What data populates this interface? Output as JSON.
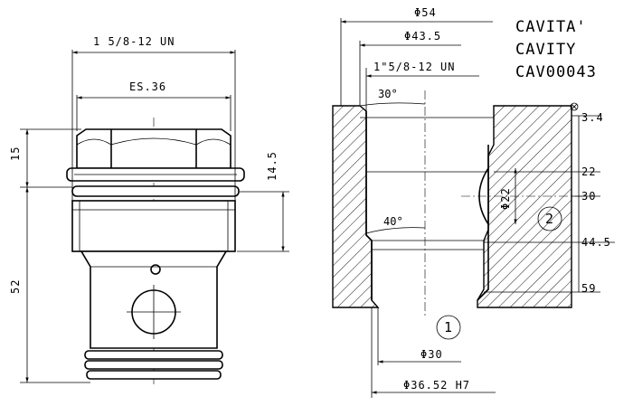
{
  "title_block": {
    "line1": "CAVITA'",
    "line2": "CAVITY",
    "line3": "CAV00043"
  },
  "left_view": {
    "thread_label": "1 5/8-12 UN",
    "hex_label": "ES.36",
    "dim_15": "15",
    "dim_14_5": "14.5",
    "dim_52": "52"
  },
  "right_view": {
    "dia_54": "Φ54",
    "dia_43_5": "Φ43.5",
    "thread_label": "1\"5/8-12 UN",
    "angle_30": "30°",
    "angle_40": "40°",
    "dia_22": "Φ22",
    "dia_30": "Φ30",
    "dia_36_52": "Φ36.52 H7",
    "port_1": "1",
    "port_2": "2",
    "depth_3_4": "3.4",
    "depth_22": "22",
    "depth_30": "30",
    "depth_44_5": "44.5",
    "depth_59": "59"
  }
}
